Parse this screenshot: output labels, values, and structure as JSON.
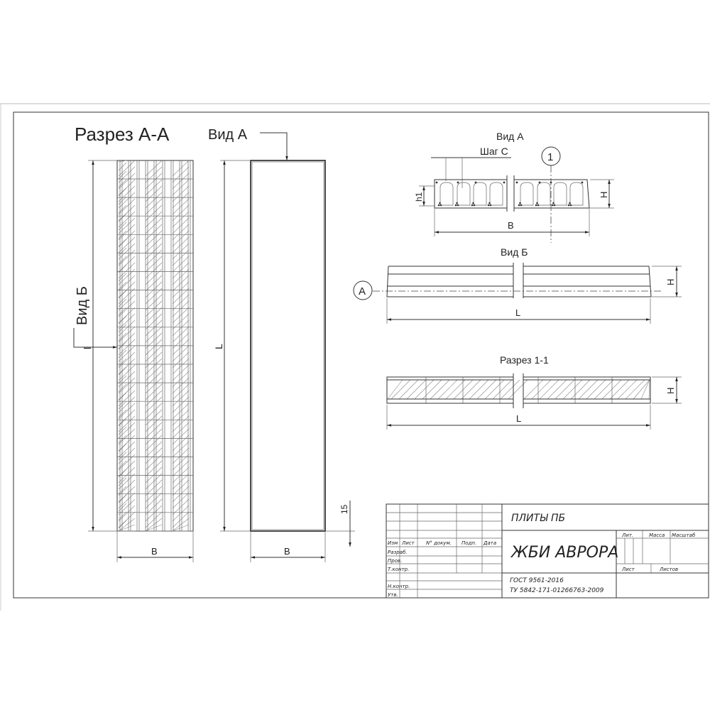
{
  "left": {
    "section_title": "Разрез А-А",
    "view_a_label": "Вид А",
    "view_b_label": "Вид Б",
    "dim_length_left": "l",
    "dim_length": "L",
    "dim_width_left": "B",
    "dim_width_mid": "B",
    "dim_offset": "15"
  },
  "view_a": {
    "title": "Вид А",
    "step_label": "Шаг С",
    "callout": "1",
    "h1": "h1",
    "h": "H",
    "b": "B"
  },
  "view_b": {
    "title": "Вид Б",
    "callout": "А",
    "h": "H",
    "l": "L"
  },
  "section_1": {
    "title": "Разрез 1-1",
    "h": "H",
    "l": "L"
  },
  "title_block": {
    "product": "ПЛИТЫ ПБ",
    "company": "ЖБИ АВРОРА",
    "standard_1": "ГОСТ 9561-2016",
    "standard_2": "ТУ 5842-171-01266763-2009",
    "headers": [
      "Изм",
      "Лист",
      "N° докум.",
      "Подп.",
      "Дата"
    ],
    "roles": [
      "Разраб.",
      "Пров.",
      "Т.контр.",
      "Н.контр.",
      "Утв."
    ],
    "lit": "Лит.",
    "mass": "Масса",
    "scale": "Масштаб",
    "sheet": "Лист",
    "sheets": "Листов"
  }
}
